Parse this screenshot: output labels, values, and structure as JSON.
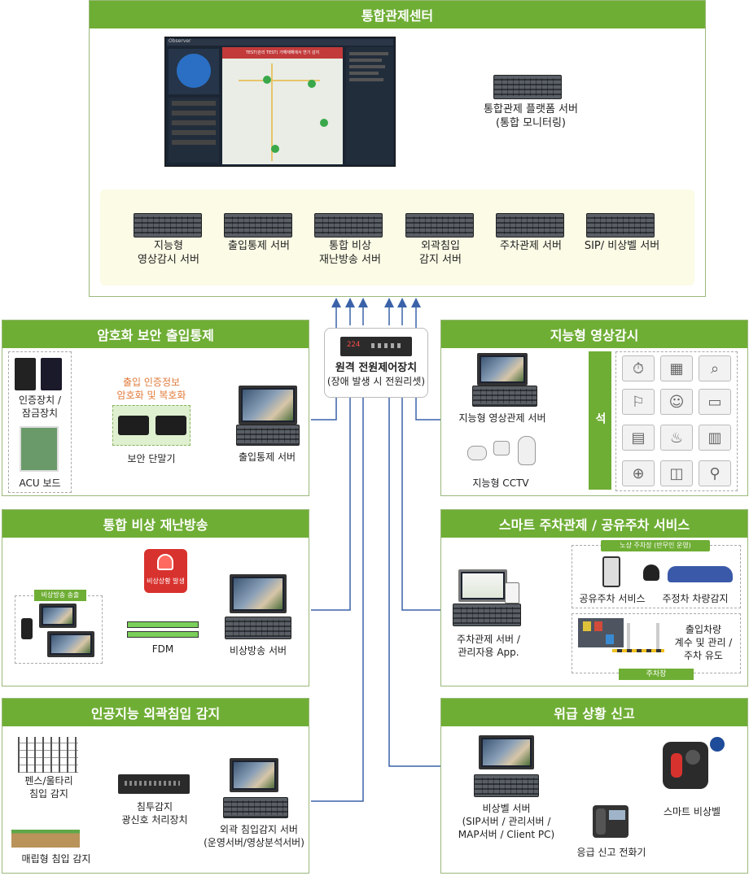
{
  "control_center": {
    "title": "통합관제센터",
    "platform_server": {
      "line1": "통합관제 플랫폼 서버",
      "line2": "(통합 모니터링)"
    },
    "servers": [
      {
        "line1": "지능형",
        "line2": "영상감시 서버"
      },
      {
        "line1": "출입통제 서버",
        "line2": ""
      },
      {
        "line1": "통합 비상",
        "line2": "재난방송 서버"
      },
      {
        "line1": "외곽침입",
        "line2": "감지 서버"
      },
      {
        "line1": "주차관제 서버",
        "line2": ""
      },
      {
        "line1": "SIP/ 비상벨 서버",
        "line2": ""
      }
    ],
    "screen_alert": "TEST(관리 TEST) 가해재해에서 연기 감지",
    "screen_brand": "Observer"
  },
  "remote_power": {
    "title": "원격 전원제어장치",
    "subtitle": "(장애 발생 시 전원리셋)",
    "display": "224"
  },
  "access": {
    "title": "암호화 보안 출입통제",
    "auth_device": {
      "line1": "인증장치 /",
      "line2": "잠금장치"
    },
    "acu_board": "ACU 보드",
    "crypto_note": {
      "line1": "출입 인증정보",
      "line2": "암호화 및 복호화"
    },
    "security_terminal": "보안 단말기",
    "server": "출입통제 서버"
  },
  "video": {
    "title": "지능형 영상감시",
    "server": "지능형 영상관제 서버",
    "cctv": "지능형 CCTV",
    "analysis_label": "지능형 영상분석",
    "analysis_icons": [
      "timer-icon",
      "map-icon",
      "search-icon",
      "running-person-icon",
      "face-icon",
      "car-icon",
      "document-icon",
      "fire-icon",
      "chart-icon",
      "person-search-icon",
      "bag-icon",
      "walking-person-icon"
    ]
  },
  "broadcast": {
    "title": "통합 비상 재난방송",
    "emergency_badge": "비상상황 발생",
    "broadcast_out": "비상방송 송출",
    "fdm": "FDM",
    "server": "비상방송 서버"
  },
  "parking": {
    "title": "스마트 주차관제 / 공유주차 서비스",
    "server": {
      "line1": "주차관제 서버 /",
      "line2": "관리자용 App."
    },
    "street_parking": "노상 주차장 (반무인 운영)",
    "sharing_service": "공유주차 서비스",
    "vehicle_sensing": "주정차 차량감지",
    "lot_text": {
      "line1": "출입차량",
      "line2": "계수 및 관리 /",
      "line3": "주차 유도"
    },
    "lot_label": "주차장"
  },
  "intrusion": {
    "title": "인공지능 외곽침입 감지",
    "fence": {
      "line1": "펜스/울타리",
      "line2": "침입 감지"
    },
    "buried": "매립형 침입 감지",
    "processor": {
      "line1": "침투감지",
      "line2": "광신호 처리장치"
    },
    "server": {
      "line1": "외곽 침입감지 서버",
      "line2": "(운영서버/영상분석서버)"
    }
  },
  "emergency": {
    "title": "위급 상황 신고",
    "server": {
      "line1": "비상벨 서버",
      "line2": "(SIP서버 / 관리서버 /",
      "line3": "MAP서버 / Client PC)"
    },
    "bell": "스마트 비상벨",
    "phone": "응급 신고 전화기"
  },
  "colors": {
    "green": "#6fae35",
    "line_blue": "#3a62a8",
    "orange": "#e07a3a",
    "pale_yellow": "#fbfbe6"
  }
}
